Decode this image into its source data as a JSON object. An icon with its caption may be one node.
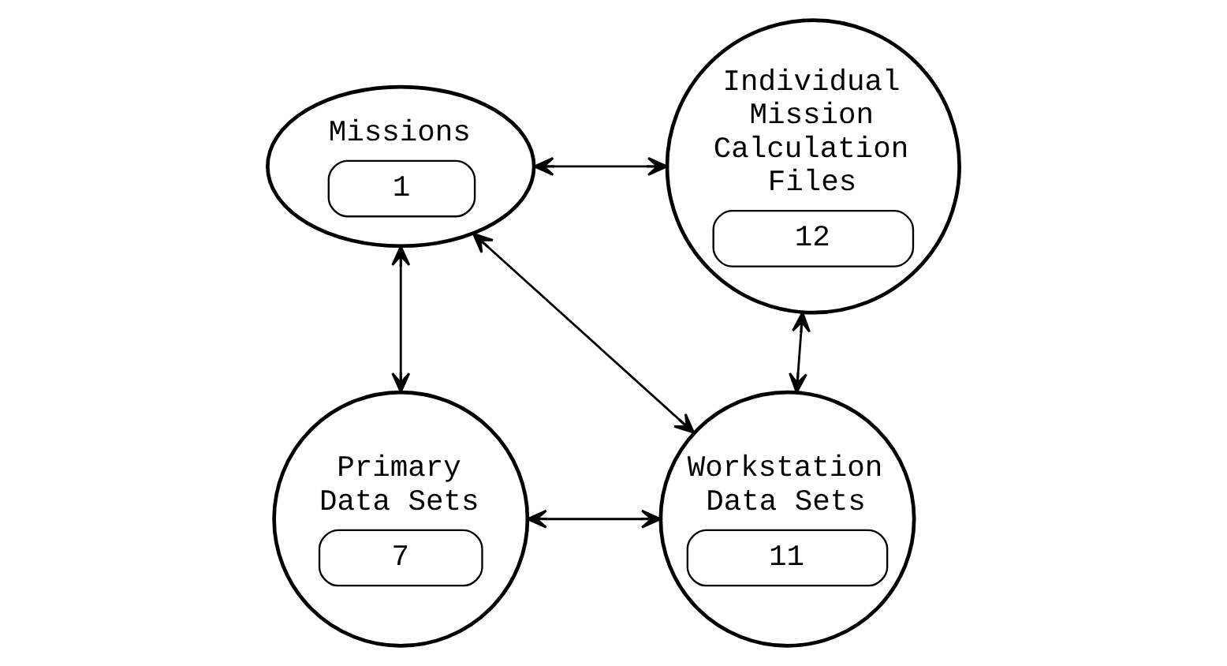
{
  "diagram": {
    "nodes": [
      {
        "text": [
          "Missions",
          "1"
        ]
      },
      {
        "text": [
          "Individual Mission Calculation Files",
          "12"
        ]
      },
      {
        "text": [
          "Primary Data Sets",
          "7"
        ]
      },
      {
        "text": [
          "Workstation Data Sets",
          "11"
        ]
      }
    ],
    "edges": [
      {
        "from": 0,
        "to": 1,
        "arrow": "both"
      },
      {
        "from": 0,
        "to": 2,
        "arrow": "both"
      },
      {
        "from": 0,
        "to": 3,
        "arrow": "both"
      },
      {
        "from": 2,
        "to": 3,
        "arrow": "both"
      },
      {
        "from": 3,
        "to": 1,
        "arrow": "both"
      }
    ]
  }
}
